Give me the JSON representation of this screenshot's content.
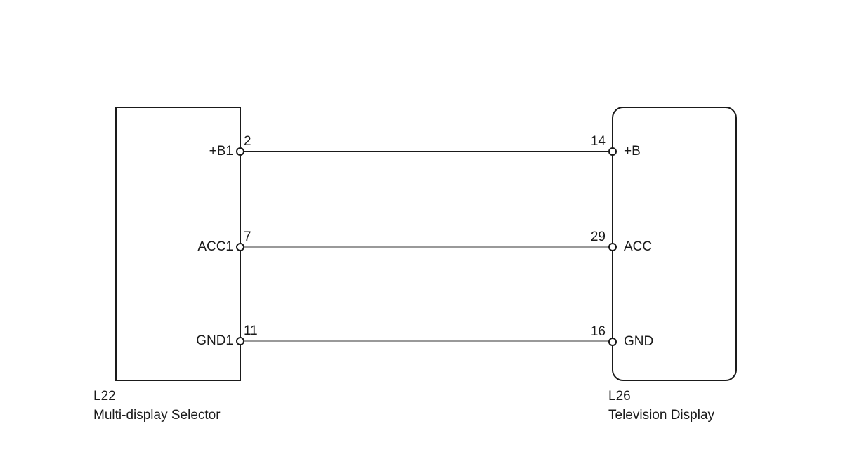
{
  "diagram": {
    "left_component": {
      "code": "L22",
      "name": "Multi-display Selector",
      "pins": [
        {
          "number": "2",
          "label": "+B1"
        },
        {
          "number": "7",
          "label": "ACC1"
        },
        {
          "number": "11",
          "label": "GND1"
        }
      ]
    },
    "right_component": {
      "code": "L26",
      "name": "Television Display",
      "pins": [
        {
          "number": "14",
          "label": "+B"
        },
        {
          "number": "29",
          "label": "ACC"
        },
        {
          "number": "16",
          "label": "GND"
        }
      ]
    },
    "wires": [
      {
        "from_label": "+B1",
        "from_pin": "2",
        "to_label": "+B",
        "to_pin": "14",
        "color": "#1a1a1a"
      },
      {
        "from_label": "ACC1",
        "from_pin": "7",
        "to_label": "ACC",
        "to_pin": "29",
        "color": "#999999"
      },
      {
        "from_label": "GND1",
        "from_pin": "11",
        "to_label": "GND",
        "to_pin": "16",
        "color": "#999999"
      }
    ],
    "colors": {
      "outline": "#1a1a1a",
      "background": "#ffffff",
      "wire_dark": "#1a1a1a",
      "wire_gray": "#999999"
    }
  }
}
